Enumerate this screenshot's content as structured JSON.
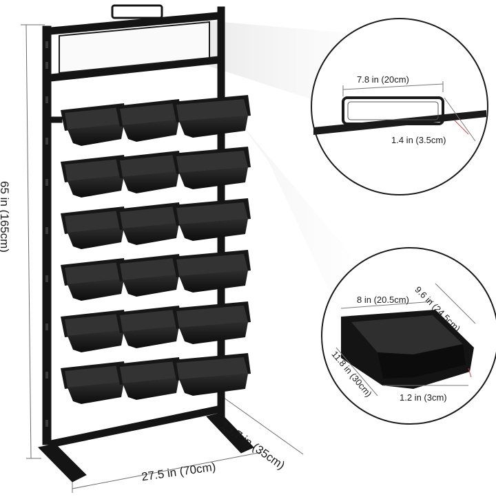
{
  "dimensions": {
    "height": "65 in (165cm)",
    "width": "27.5 in (70cm)",
    "depth": "13.7 in (35cm)",
    "handle_width": "7.8 in (20cm)",
    "handle_height": "1.4 in (3.5cm)",
    "bin_front_width": "8 in (20.5cm)",
    "bin_back_width": "9.6 in (24.5cm)",
    "bin_depth": "11.8 in (30cm)",
    "bin_height": "1.2 in (3cm)"
  },
  "colors": {
    "rack": "#141414",
    "bin_top": "#2a2a2a",
    "bin_side": "#0d0d0d",
    "bin_floor": "#333333",
    "dim_line": "#6b6b6b",
    "callout_fill": "#f2f2f2"
  }
}
